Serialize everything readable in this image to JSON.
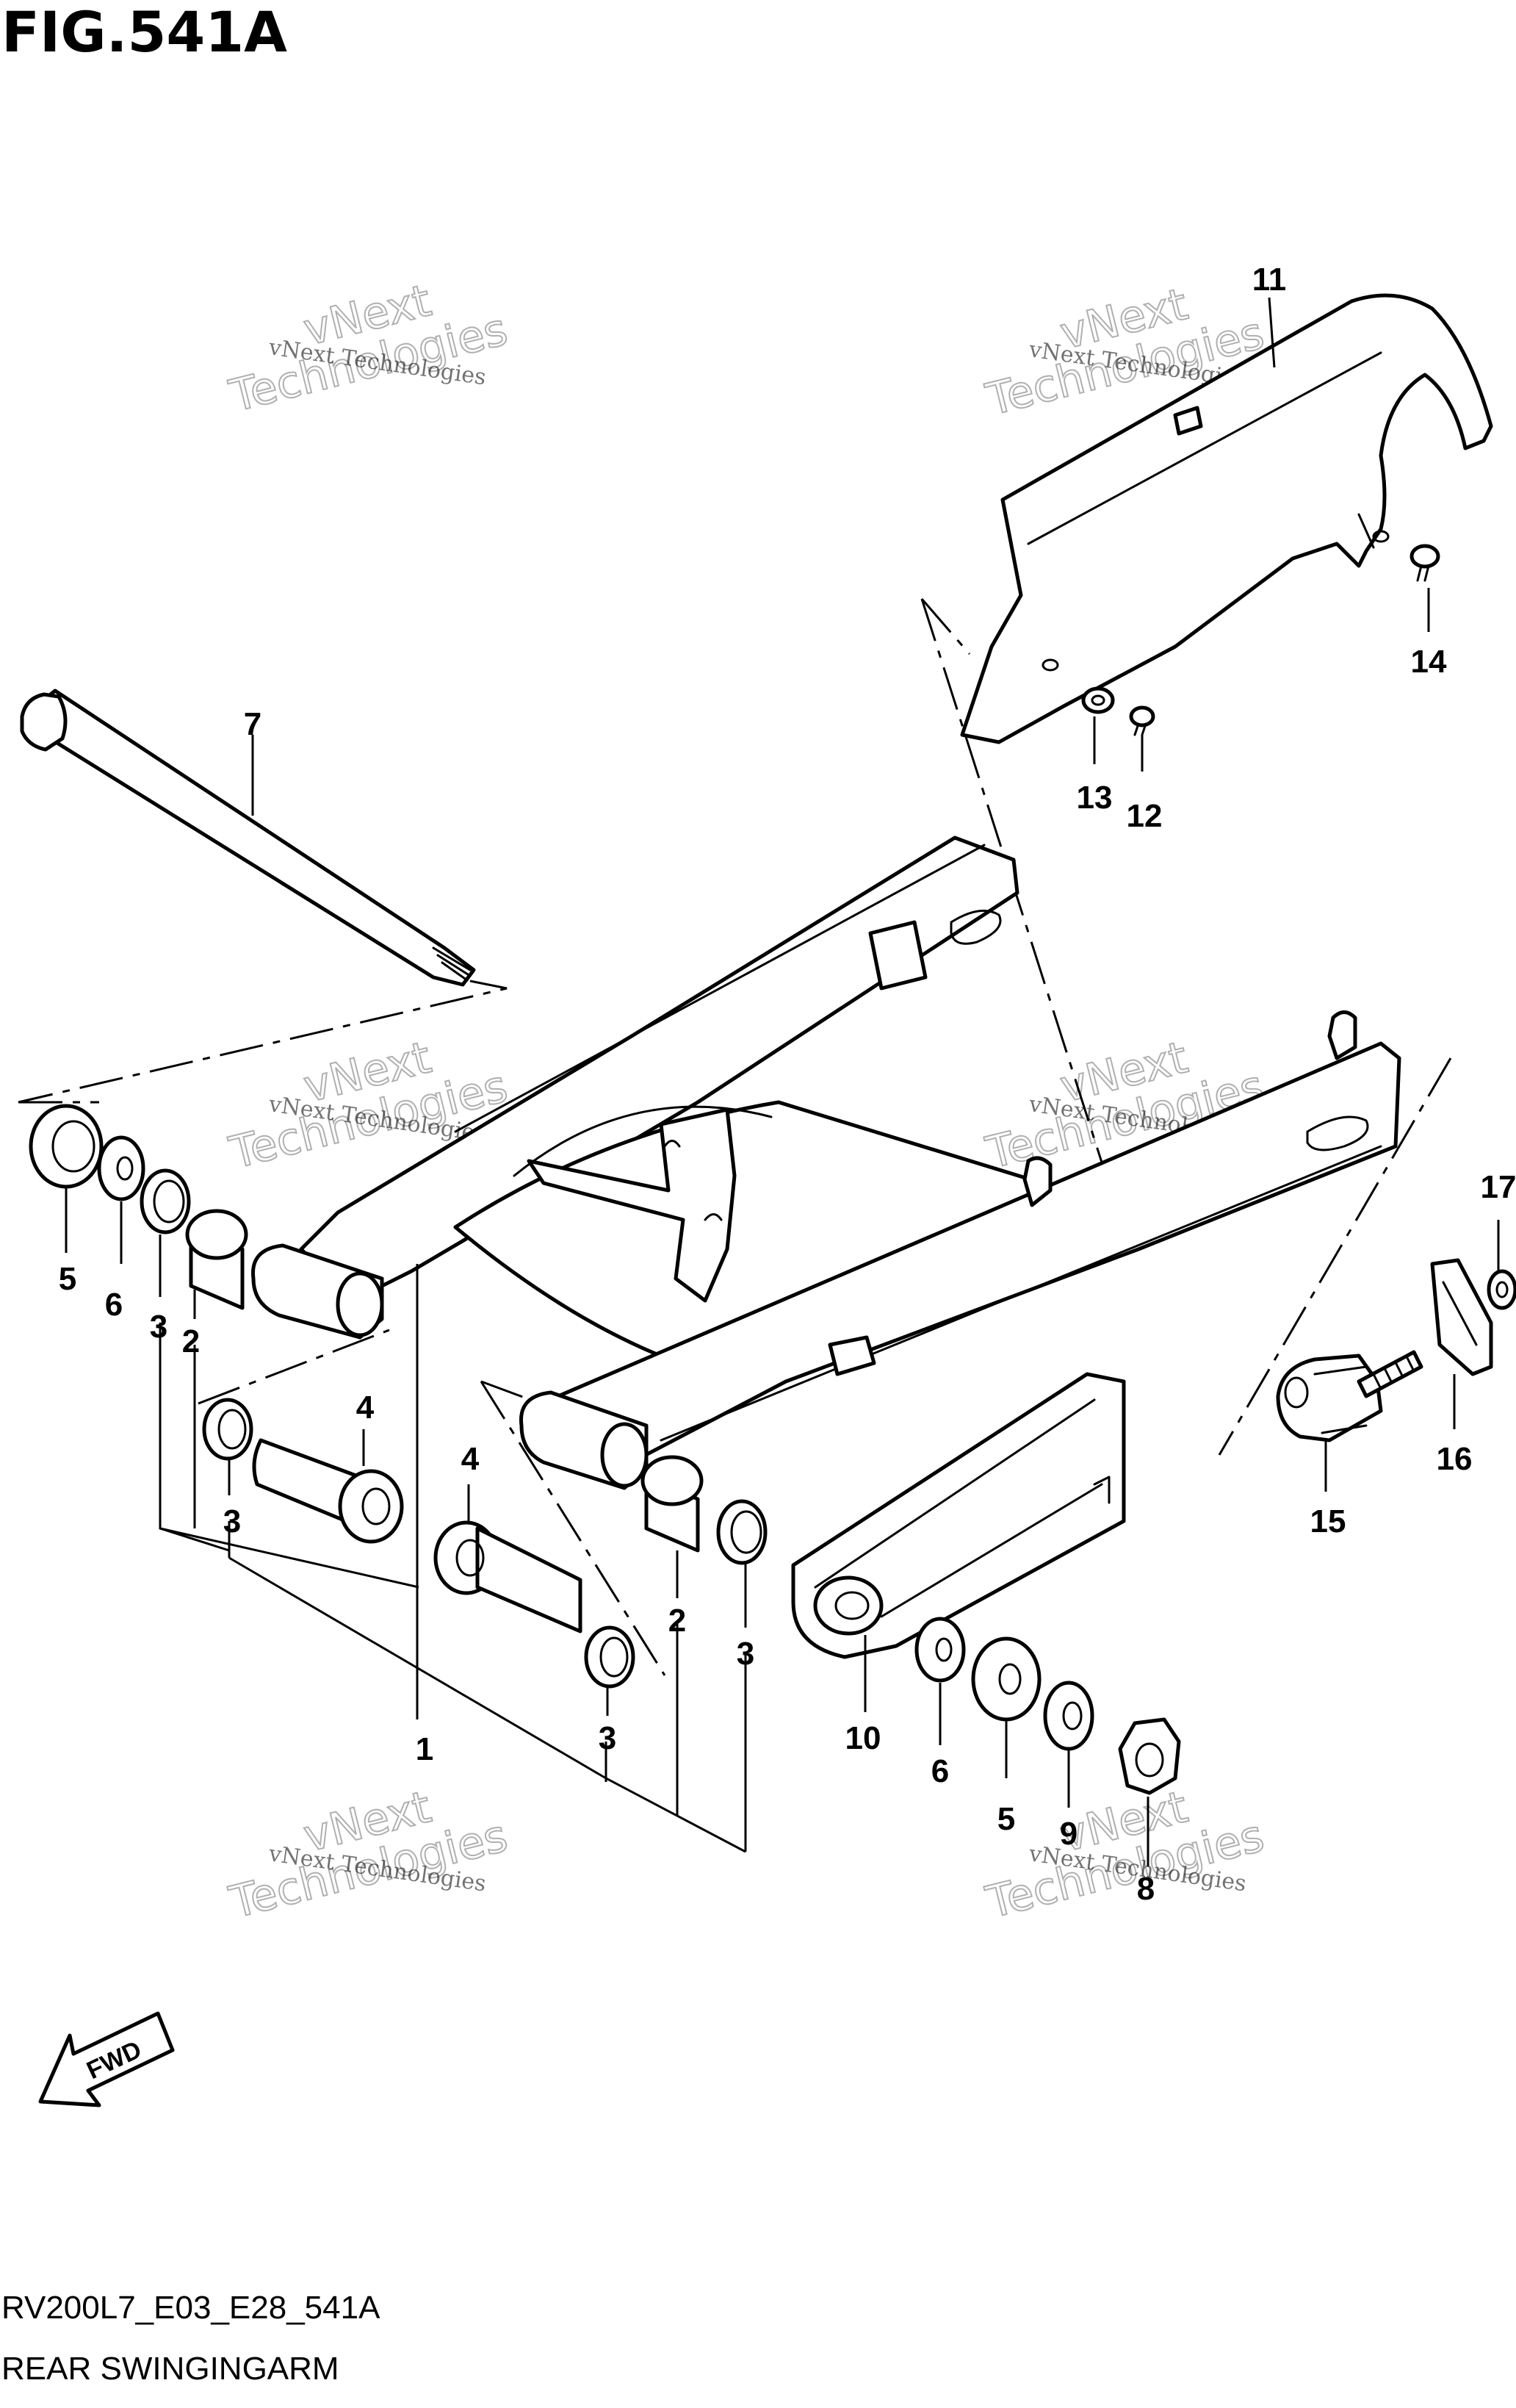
{
  "figure": {
    "title": "FIG.541A",
    "code": "RV200L7_E03_E28_541A",
    "name": "REAR SWINGINGARM"
  },
  "watermark": {
    "small": "vNext Technologies",
    "big_line1": "vNext",
    "big_line2": "Technologies"
  },
  "direction_arrow": {
    "label": "FWD"
  },
  "callouts": {
    "c1": "1",
    "c2a": "2",
    "c2b": "2",
    "c3a": "3",
    "c3b": "3",
    "c3c": "3",
    "c3d": "3",
    "c4a": "4",
    "c4b": "4",
    "c5a": "5",
    "c5b": "5",
    "c6a": "6",
    "c6b": "6",
    "c7": "7",
    "c8": "8",
    "c9": "9",
    "c10": "10",
    "c11": "11",
    "c12": "12",
    "c13": "13",
    "c14": "14",
    "c15": "15",
    "c16": "16",
    "c17": "17"
  }
}
